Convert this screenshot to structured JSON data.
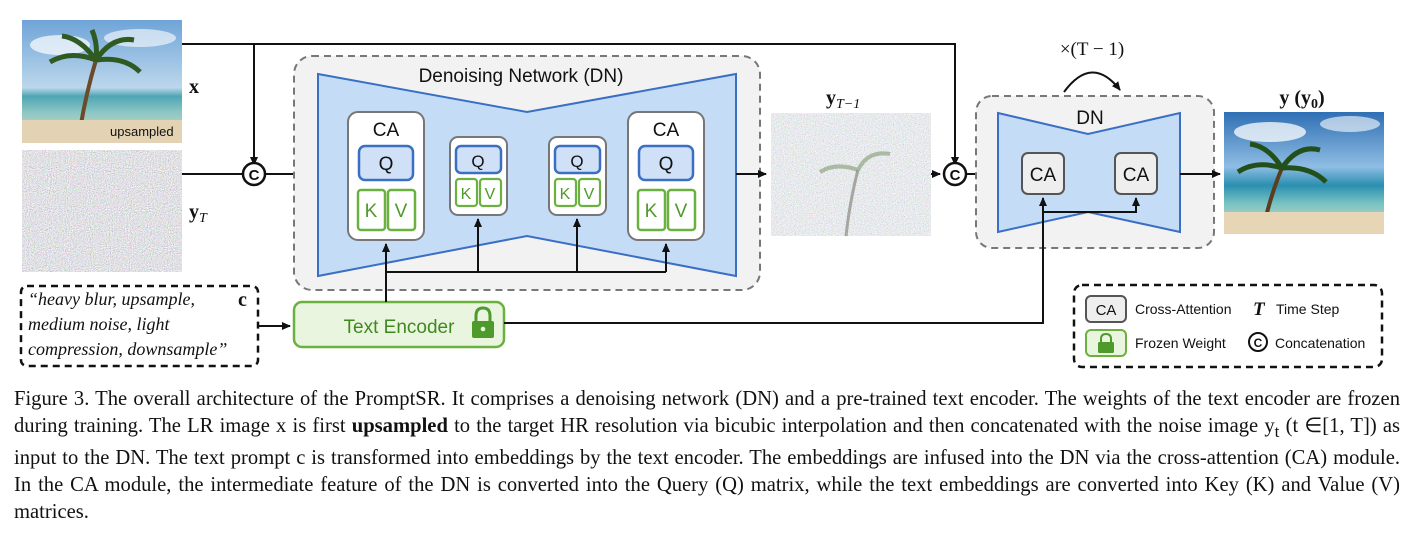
{
  "diagram": {
    "dn_title": "Denoising Network (DN)",
    "dn_small_title": "DN",
    "ca": "CA",
    "q": "Q",
    "k": "K",
    "v": "V",
    "concat_symbol": "C",
    "upsampled_label": "upsampled",
    "x_label": "x",
    "yT_main": "y",
    "yT_sub": "T",
    "yT1_main": "y",
    "yT1_sub": "T−1",
    "output_main": "y (y",
    "output_sub": "0",
    "output_close": ")",
    "loop_label": "×(T − 1)",
    "prompt_lines": [
      "“heavy blur, upsample,",
      "medium noise, light",
      "compression, downsample”"
    ],
    "c_label": "c",
    "text_encoder": "Text Encoder"
  },
  "legend": {
    "ca_box": "CA",
    "ca_text": "Cross-Attention",
    "t_symbol": "T",
    "t_text": "Time Step",
    "frozen_text": "Frozen Weight",
    "concat_symbol": "C",
    "concat_text": "Concatenation"
  },
  "caption": {
    "part1": "Figure 3. The overall architecture of the PromptSR. It comprises a denoising network (DN) and a pre-trained text encoder. The weights of the text encoder are frozen during training. The LR image x is first ",
    "bold": "upsampled",
    "part2": " to the target HR resolution via bicubic interpolation and then concatenated with the noise image y",
    "sub_t": "t",
    "part3": " (t ∈[1, T]) as input to the DN. The text prompt c is transformed into embeddings by the text encoder. The embeddings are infused into the DN via the cross-attention (CA) module. In the CA module, the intermediate feature of the DN is converted into the Query (Q) matrix, while the text embeddings are converted into Key (K) and Value (V) matrices."
  },
  "colors": {
    "dn_fill": "#c5dcf7",
    "dn_stroke": "#3a6fc4",
    "q_fill": "#cfe0f7",
    "kv_green": "#6bb13f",
    "encoder_fill": "#eaf5df",
    "gray_panel": "#f2f2f2"
  }
}
